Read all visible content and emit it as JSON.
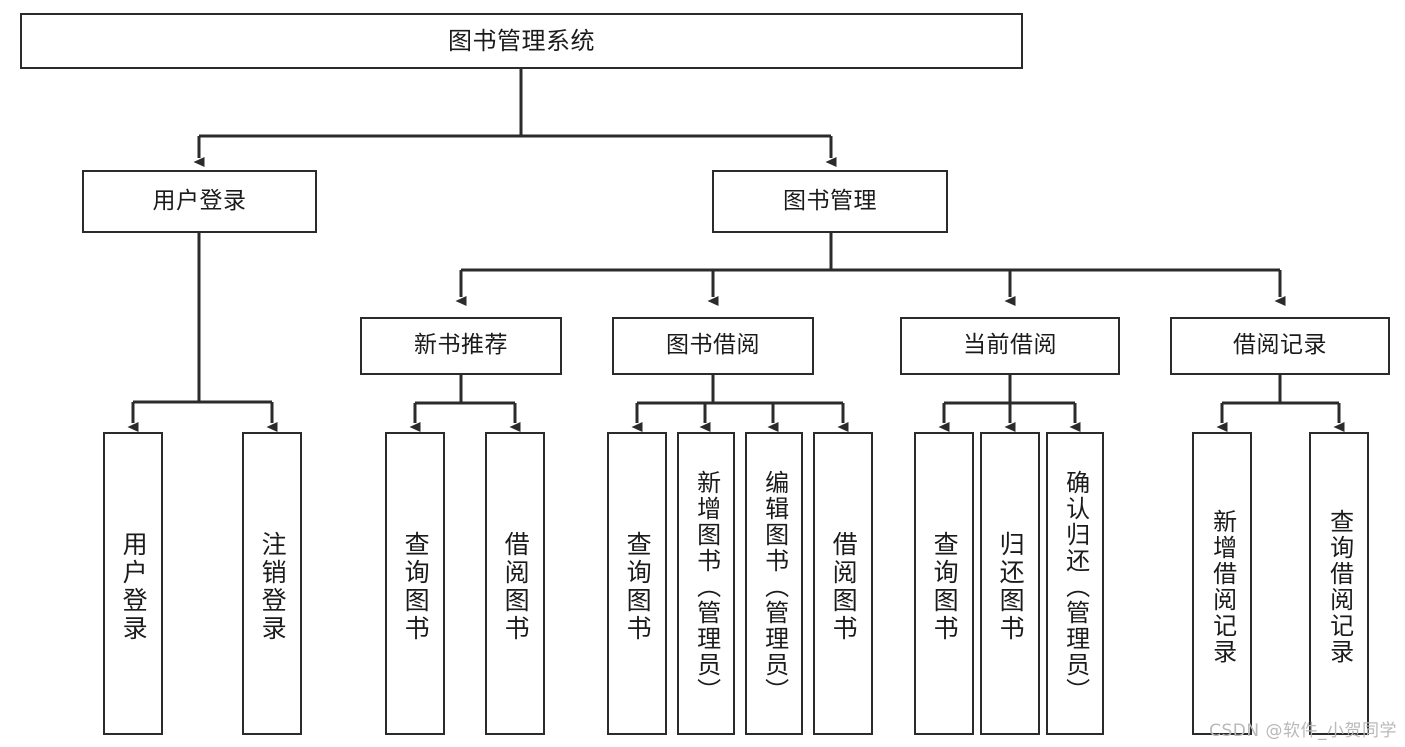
{
  "diagram": {
    "title": "图书管理系统",
    "type": "function-structure-tree",
    "watermark": "CSDN @软件_小贺同学",
    "colors": {
      "background": "#ffffff",
      "stroke": "#2b2b2b",
      "text": "#1b1b1b",
      "watermark": "#b9b9b9"
    },
    "nodes": {
      "root": {
        "label": "图书管理系统"
      },
      "level1": [
        {
          "key": "user_login",
          "label": "用户登录"
        },
        {
          "key": "book_manage",
          "label": "图书管理"
        }
      ],
      "level2": [
        {
          "key": "new_book_rec",
          "label": "新书推荐"
        },
        {
          "key": "book_borrow",
          "label": "图书借阅"
        },
        {
          "key": "current_borrow",
          "label": "当前借阅"
        },
        {
          "key": "borrow_record",
          "label": "借阅记录"
        }
      ],
      "leaves": {
        "user_login": [
          {
            "key": "login",
            "label": "用户登录"
          },
          {
            "key": "logout",
            "label": "注销登录"
          }
        ],
        "new_book_rec": [
          {
            "key": "query_book_1",
            "label": "查询图书"
          },
          {
            "key": "borrow_book_1",
            "label": "借阅图书"
          }
        ],
        "book_borrow": [
          {
            "key": "query_book_2",
            "label": "查询图书"
          },
          {
            "key": "add_book",
            "label": "新增图书（管理员）"
          },
          {
            "key": "edit_book",
            "label": "编辑图书（管理员）"
          },
          {
            "key": "borrow_book_2",
            "label": "借阅图书"
          }
        ],
        "current_borrow": [
          {
            "key": "query_book_3",
            "label": "查询图书"
          },
          {
            "key": "return_book",
            "label": "归还图书"
          },
          {
            "key": "confirm_return",
            "label": "确认归还（管理员）"
          }
        ],
        "borrow_record": [
          {
            "key": "add_record",
            "label": "新增借阅记录"
          },
          {
            "key": "query_record",
            "label": "查询借阅记录"
          }
        ]
      }
    }
  }
}
